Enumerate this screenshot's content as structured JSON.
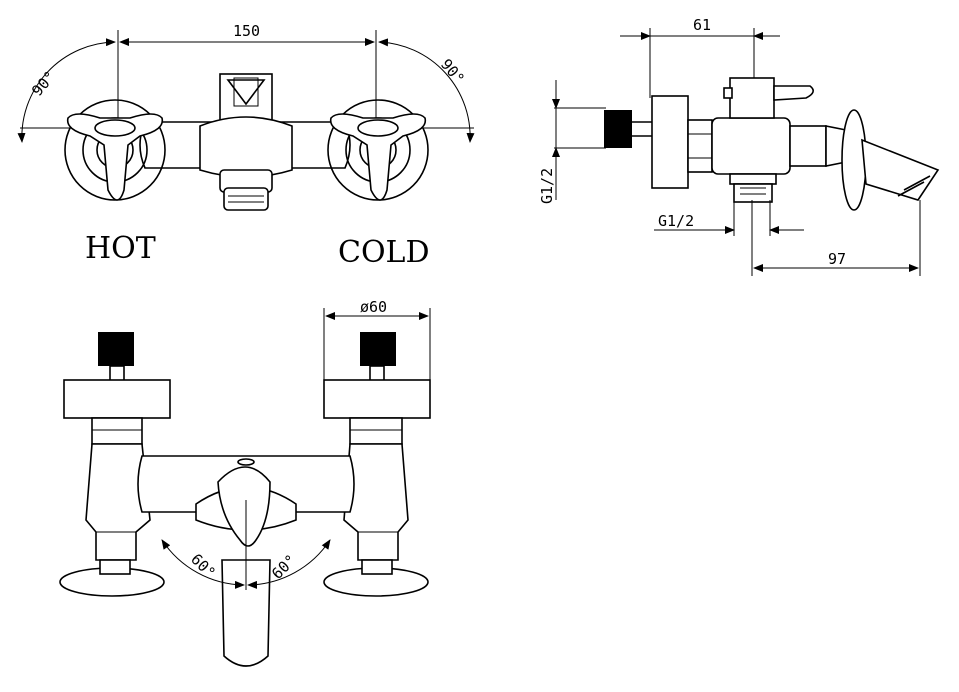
{
  "front_view": {
    "dim_width": "150",
    "angle_left": "90°",
    "angle_right": "90°",
    "label_hot": "HOT",
    "label_cold": "COLD"
  },
  "side_view": {
    "dim_depth": "61",
    "dim_thread_inlet": "G1/2",
    "dim_thread_outlet": "G1/2",
    "dim_spout": "97"
  },
  "lever_view": {
    "dim_flange": "ø60",
    "angle_left": "60°",
    "angle_right": "60°"
  }
}
